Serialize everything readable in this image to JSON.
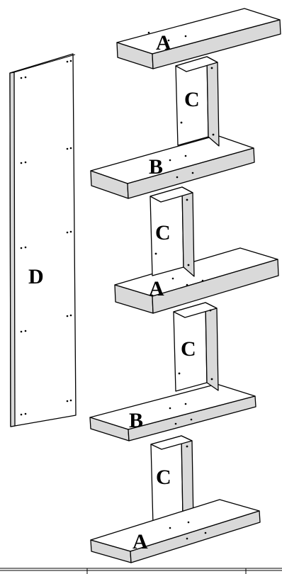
{
  "parts": [
    {
      "id": "shelf-a-top",
      "label": "A"
    },
    {
      "id": "divider-c-1",
      "label": "C"
    },
    {
      "id": "shelf-b-upper",
      "label": "B"
    },
    {
      "id": "divider-c-2",
      "label": "C"
    },
    {
      "id": "shelf-a-middle",
      "label": "A"
    },
    {
      "id": "divider-c-3",
      "label": "C"
    },
    {
      "id": "shelf-b-lower",
      "label": "B"
    },
    {
      "id": "divider-c-4",
      "label": "C"
    },
    {
      "id": "shelf-a-bottom",
      "label": "A"
    },
    {
      "id": "back-panel-d",
      "label": "D"
    }
  ],
  "colors": {
    "line": "#000000",
    "face": "#ffffff",
    "shade": "#d9d9d9"
  }
}
